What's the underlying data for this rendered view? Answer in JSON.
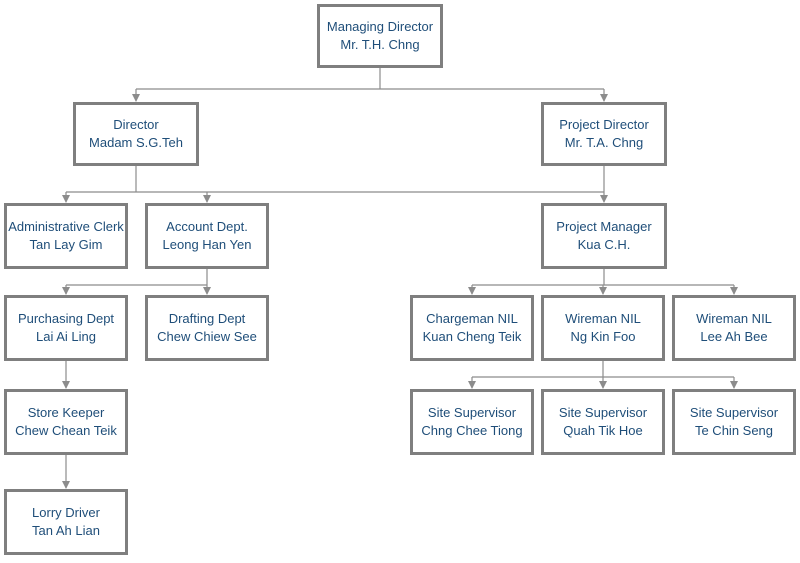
{
  "nodes": {
    "managing_director": {
      "role": "Managing Director",
      "name": "Mr. T.H. Chng"
    },
    "director": {
      "role": "Director",
      "name": "Madam S.G.Teh"
    },
    "project_director": {
      "role": "Project Director",
      "name": "Mr. T.A. Chng"
    },
    "administrative_clerk": {
      "role": "Administrative Clerk",
      "name": "Tan Lay Gim"
    },
    "account_dept": {
      "role": "Account Dept.",
      "name": "Leong Han Yen"
    },
    "project_manager": {
      "role": "Project Manager",
      "name": "Kua C.H."
    },
    "purchasing_dept": {
      "role": "Purchasing Dept",
      "name": "Lai Ai Ling"
    },
    "drafting_dept": {
      "role": "Drafting Dept",
      "name": "Chew Chiew See"
    },
    "chargeman": {
      "role": "Chargeman NIL",
      "name": "Kuan Cheng Teik"
    },
    "wireman_1": {
      "role": "Wireman NIL",
      "name": "Ng Kin Foo"
    },
    "wireman_2": {
      "role": "Wireman NIL",
      "name": "Lee Ah Bee"
    },
    "store_keeper": {
      "role": "Store Keeper",
      "name": "Chew Chean Teik"
    },
    "site_supervisor_1": {
      "role": "Site Supervisor",
      "name": "Chng Chee Tiong"
    },
    "site_supervisor_2": {
      "role": "Site Supervisor",
      "name": "Quah Tik Hoe"
    },
    "site_supervisor_3": {
      "role": "Site Supervisor",
      "name": "Te Chin Seng"
    },
    "lorry_driver": {
      "role": "Lorry Driver",
      "name": "Tan Ah Lian"
    }
  },
  "colors": {
    "box_border": "#7f7f7f",
    "text": "#1f4e79",
    "connector": "#8c8c8c"
  }
}
